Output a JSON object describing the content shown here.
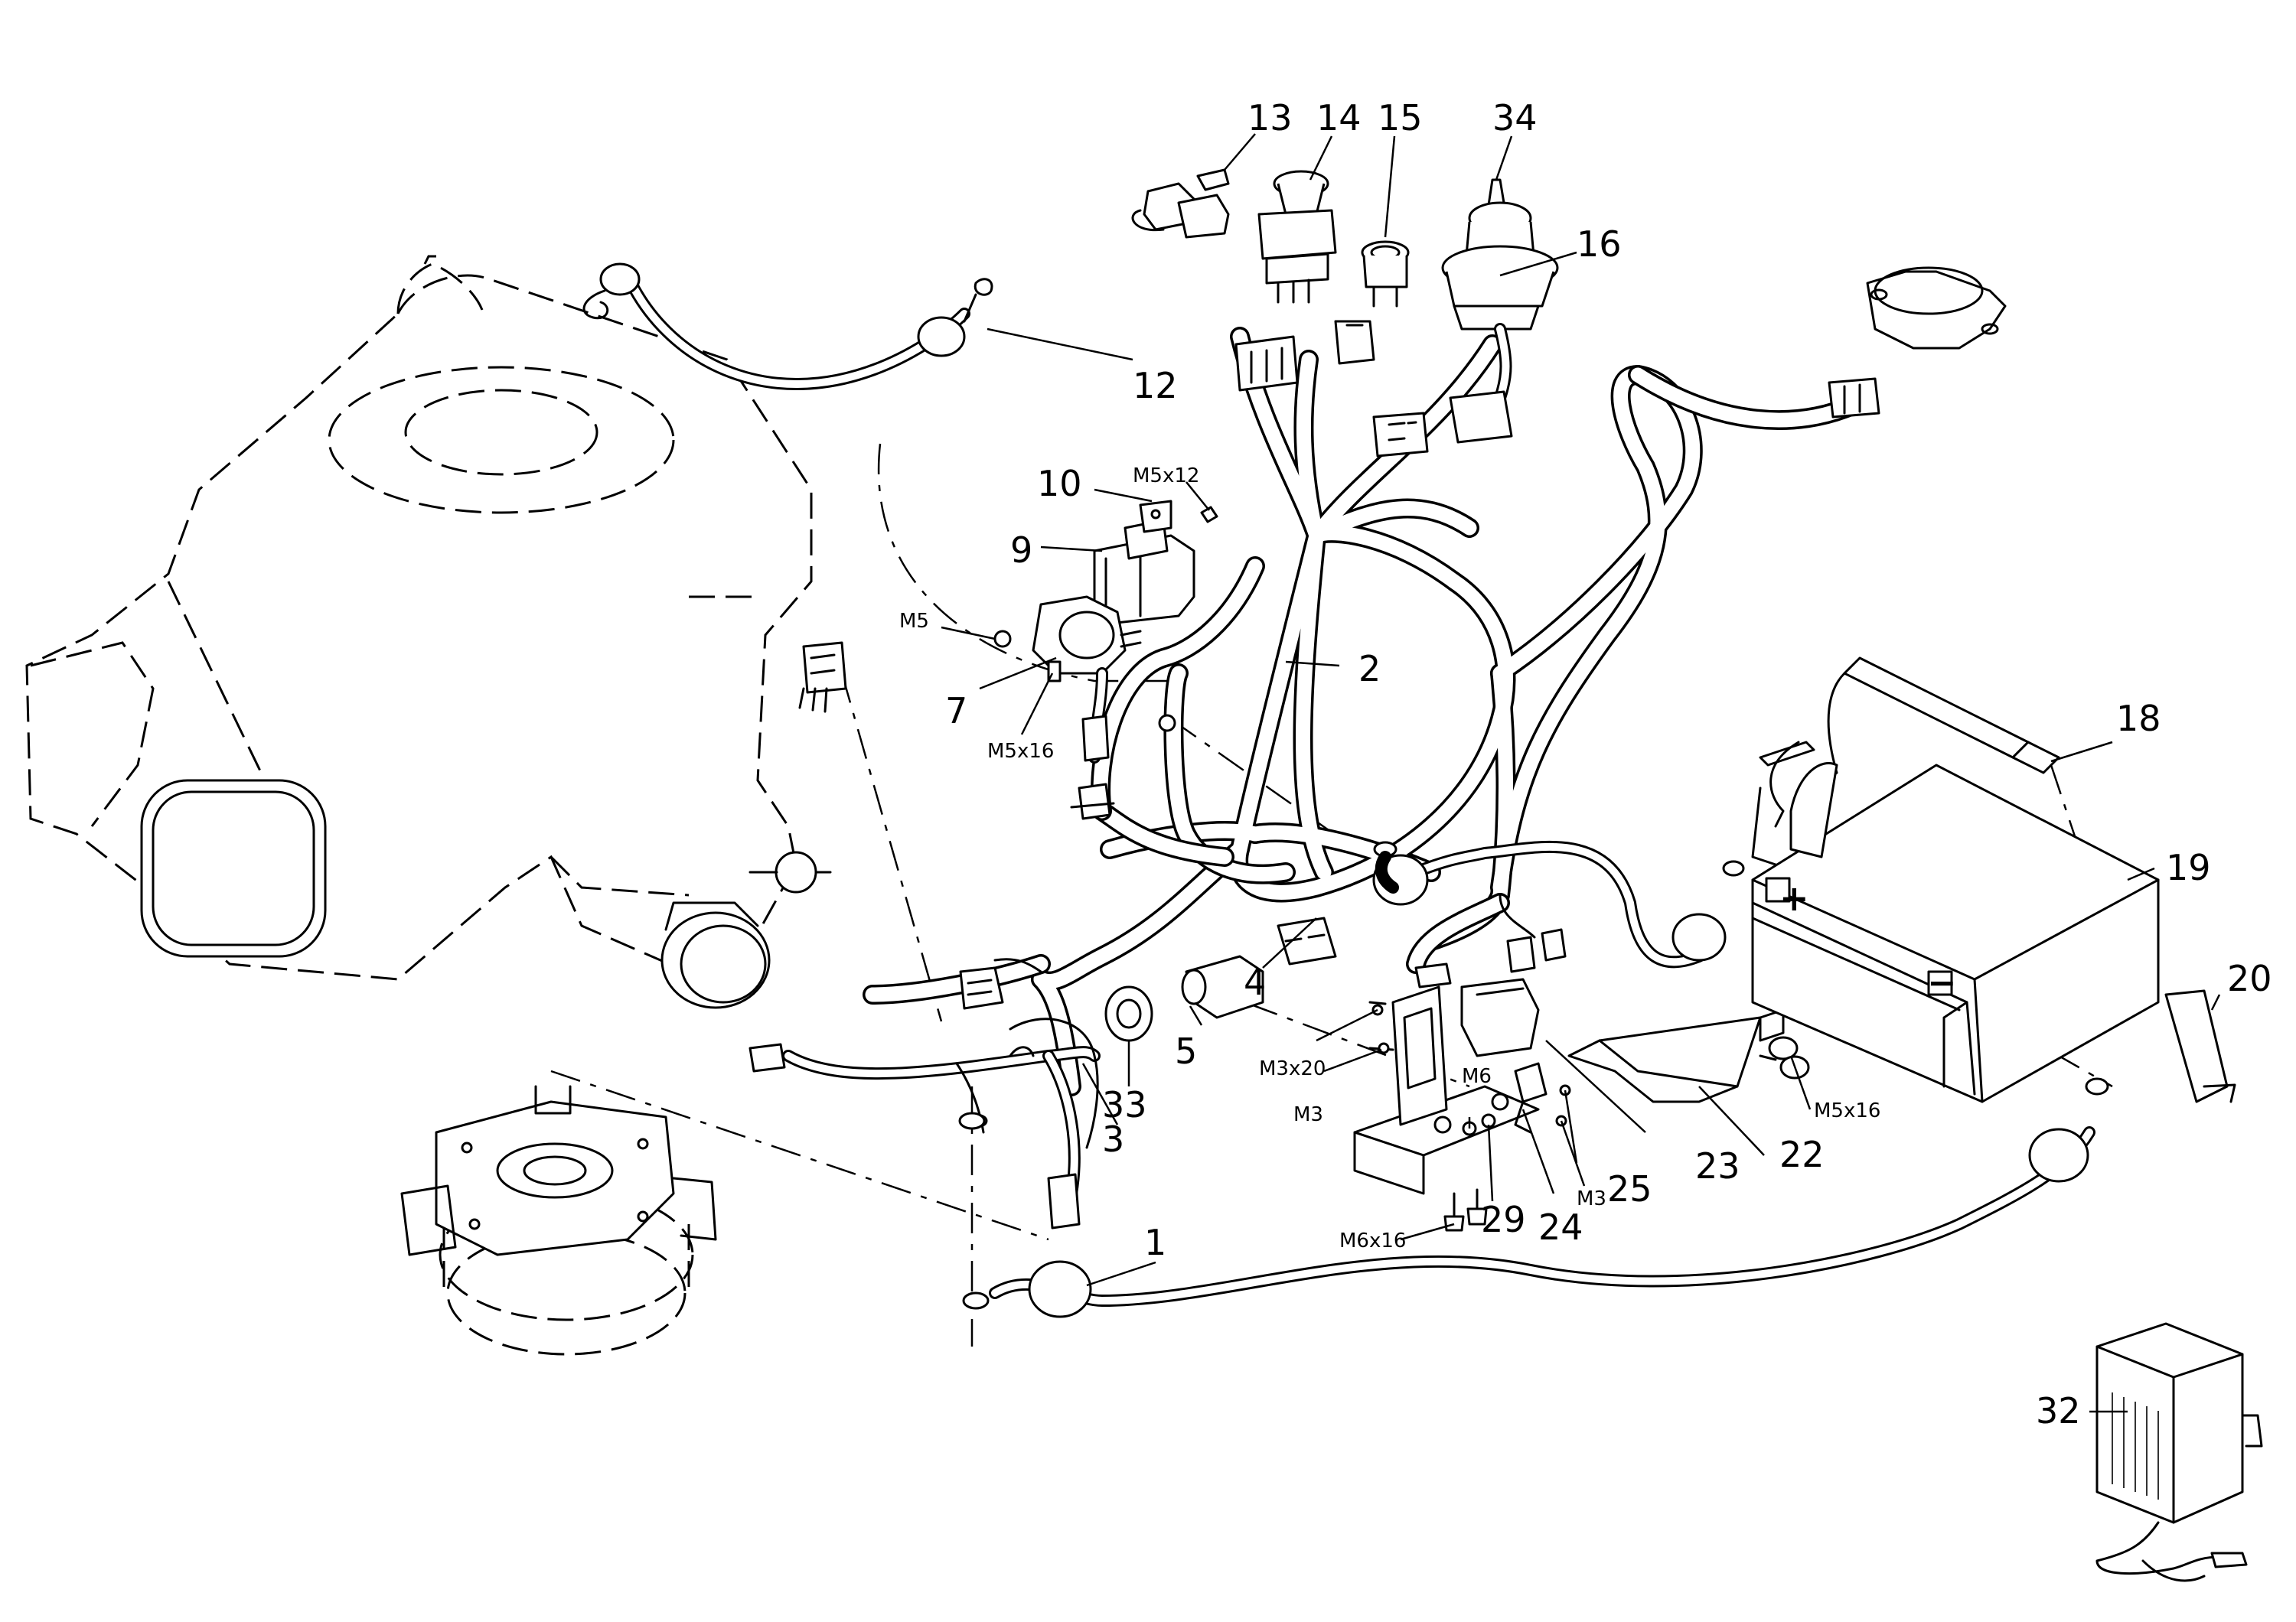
{
  "callouts": {
    "c1": "1",
    "c2": "2",
    "c3": "3",
    "c4": "4",
    "c5": "5",
    "c7": "7",
    "c9": "9",
    "c10": "10",
    "c12": "12",
    "c13": "13",
    "c14": "14",
    "c15": "15",
    "c16": "16",
    "c18": "18",
    "c19": "19",
    "c20": "20",
    "c22": "22",
    "c23": "23",
    "c24": "24",
    "c25": "25",
    "c29": "29",
    "c32": "32",
    "c33": "33",
    "c34": "34"
  },
  "fasteners": {
    "m5x12": "M5x12",
    "m5": "M5",
    "m5x16_relay": "M5x16",
    "m3x20": "M3x20",
    "m3_left": "M3",
    "m6": "M6",
    "m3_right": "M3",
    "m6x16": "M6x16",
    "m5x16_battery": "M5x16"
  },
  "battery_terminals": {
    "positive": "+",
    "negative": "−"
  }
}
